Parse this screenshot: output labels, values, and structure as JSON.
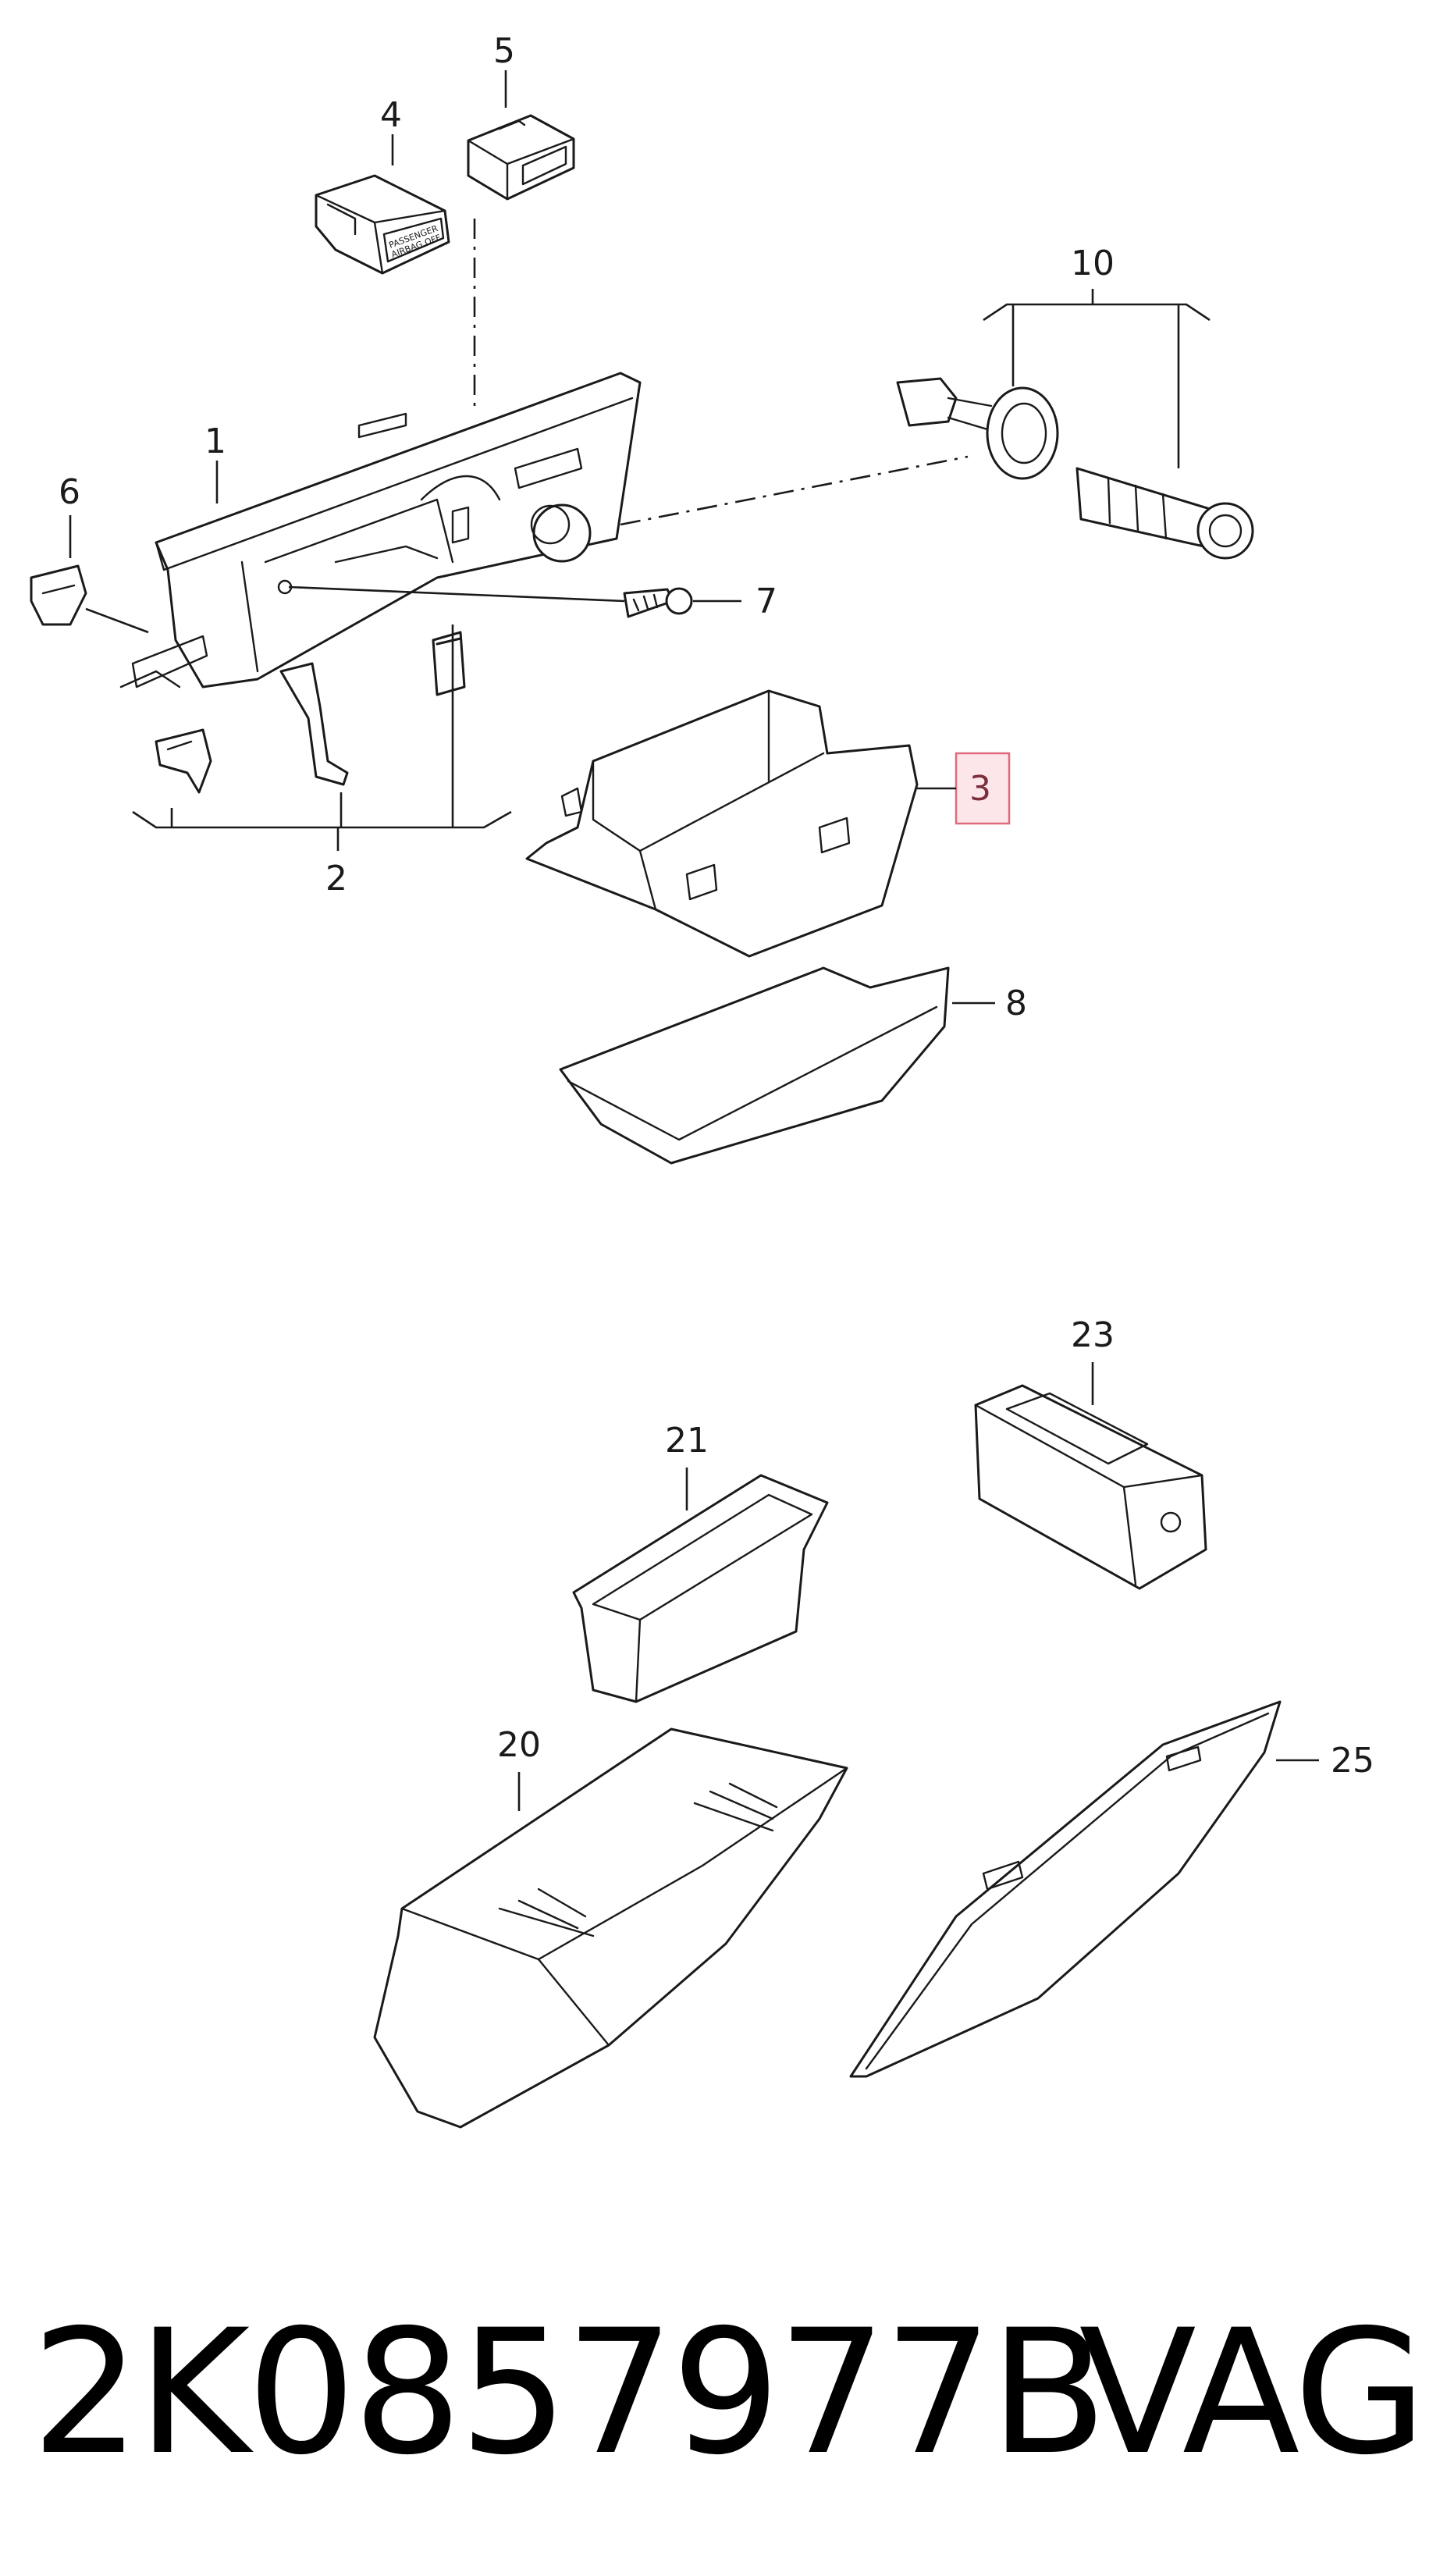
{
  "diagram": {
    "callouts": {
      "c1": "1",
      "c2": "2",
      "c3": "3",
      "c4": "4",
      "c5": "5",
      "c6": "6",
      "c7": "7",
      "c8": "8",
      "c10": "10",
      "c20": "20",
      "c21": "21",
      "c23": "23",
      "c25": "25"
    },
    "highlighted_callout": "3",
    "switch_label_line1": "PASSENGER",
    "switch_label_line2": "AIRBAG OFF",
    "highlight_color": "#e06a7d"
  },
  "footer": {
    "part_number": "2K0857977B",
    "brand": "VAG"
  }
}
